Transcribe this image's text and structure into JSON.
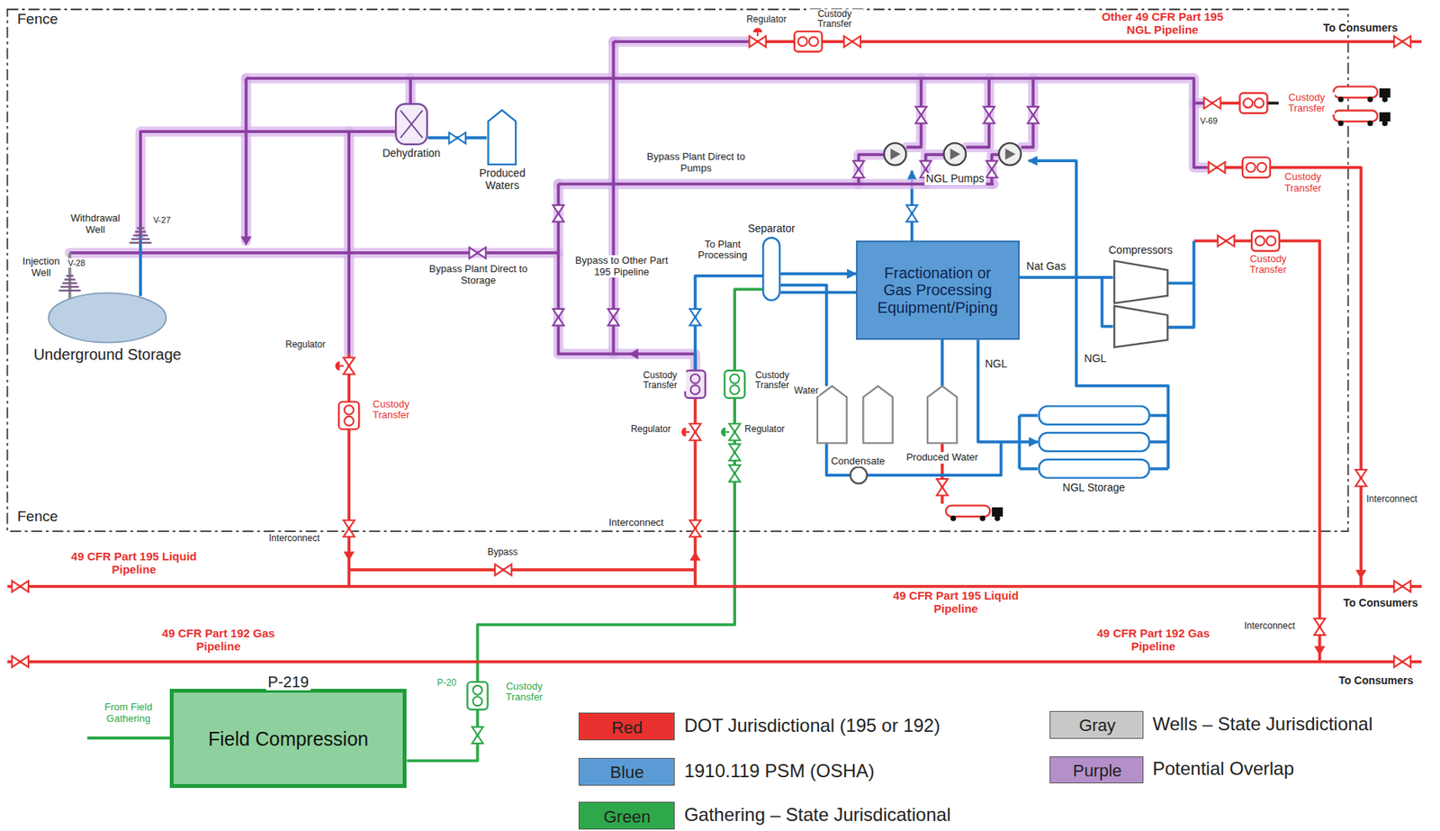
{
  "diagram": {
    "nodes": [
      {
        "text": [
          "Dehydration"
        ]
      },
      {
        "text": [
          "Produced Waters"
        ]
      },
      {
        "text": [
          "NGL Pumps"
        ]
      },
      {
        "text": [
          "Separator"
        ]
      },
      {
        "text": [
          "Compressors"
        ]
      },
      {
        "text": [
          "Fractionation or Gas Processing Equipment/Piping"
        ]
      },
      {
        "text": [
          "Underground Storage"
        ]
      },
      {
        "text": [
          "NGL Storage"
        ]
      },
      {
        "text": [
          "P-219",
          "Field Compression"
        ]
      }
    ],
    "edges": [
      {
        "from": 0,
        "to": 1,
        "arrow": "none"
      },
      {
        "from": 3,
        "to": 5,
        "arrow": "to"
      },
      {
        "from": 5,
        "to": 4,
        "label": "Nat Gas",
        "arrow": "none"
      },
      {
        "from": 5,
        "to": 7,
        "label": "NGL",
        "arrow": "to"
      },
      {
        "from": 7,
        "to": 2,
        "label": "NGL",
        "arrow": "to"
      },
      {
        "from": 5,
        "to": 2,
        "arrow": "to"
      },
      {
        "from": 8,
        "to": 3,
        "arrow": "none"
      }
    ],
    "labels": [
      "Fence",
      "Fence",
      "Regulator",
      "Custody Transfer",
      "Other 49 CFR Part 195 NGL Pipeline",
      "To Consumers",
      "V-69",
      "Custody Transfer",
      "Custody Transfer",
      "Bypass Plant Direct to Pumps",
      "Withdrawal Well",
      "V-27",
      "Injection Well",
      "V-28",
      "To Plant Processing",
      "Bypass Plant Direct to Storage",
      "Bypass to Other Part 195 Pipeline",
      "Custody Transfer",
      "Regulator",
      "Custody Transfer",
      "Custody Transfer",
      "Custody Transfer",
      "Water",
      "Regulator",
      "Regulator",
      "Condensate",
      "Produced Water",
      "Interconnect",
      "Interconnect",
      "Interconnect",
      "Bypass",
      "49 CFR Part 195 Liquid Pipeline",
      "49 CFR Part 195 Liquid Pipeline",
      "To Consumers",
      "Interconnect",
      "49 CFR Part 192 Gas Pipeline",
      "49 CFR Part 192 Gas Pipeline",
      "To Consumers",
      "From Field Gathering",
      "P-20",
      "Custody Transfer",
      "Red",
      "Blue",
      "Green",
      "Gray",
      "Purple"
    ],
    "legend": [
      {
        "text": "DOT Jurisdictional (195 or 192)",
        "color": "#e8312f"
      },
      {
        "text": "1910.119 PSM (OSHA)",
        "color": "#5b9bd5"
      },
      {
        "text": "Gathering – State Jurisdicational",
        "color": "#2ea84a"
      },
      {
        "text": "Wells – State Jurisdictional",
        "color": "#c8c8c8"
      },
      {
        "text": "Potential Overlap",
        "color": "#b48fc9"
      }
    ]
  }
}
